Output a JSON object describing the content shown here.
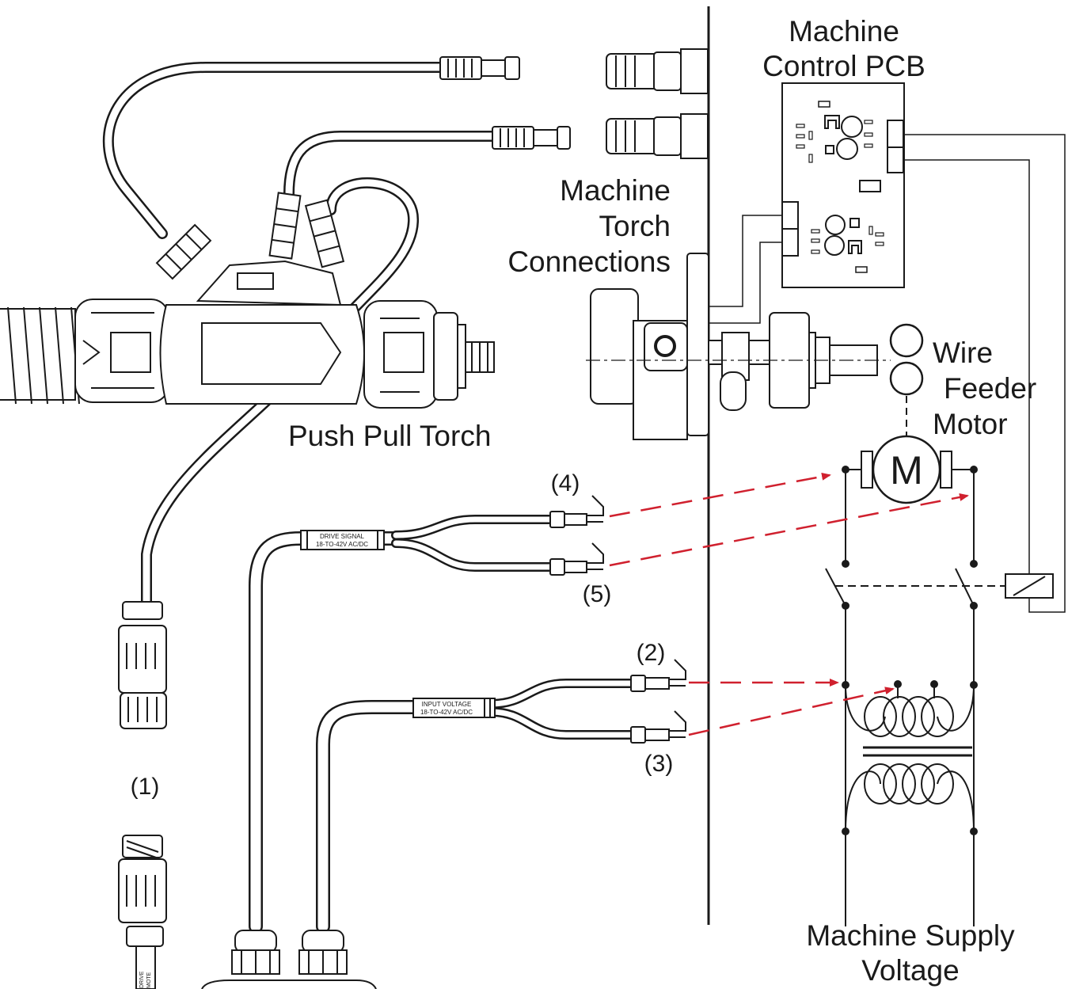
{
  "labels": {
    "pcb": [
      "Machine",
      "Control  PCB"
    ],
    "torch_connections": [
      "Machine",
      "Torch",
      "Connections"
    ],
    "push_pull_torch": "Push Pull Torch",
    "wire_feeder_motor": [
      "Wire",
      "Feeder",
      "Motor"
    ],
    "motor_symbol": "M",
    "machine_supply_voltage": [
      "Machine Supply",
      "Voltage"
    ]
  },
  "callouts": {
    "c1": "(1)",
    "c2": "(2)",
    "c3": "(3)",
    "c4": "(4)",
    "c5": "(5)"
  },
  "cable_sleeves": {
    "drive_signal": [
      "DRIVE SIGNAL",
      "18-TO-42V AC/DC"
    ],
    "input_voltage": [
      "INPUT VOLTAGE",
      "18-TO-42V AC/DC"
    ],
    "torch_cable": [
      "DRIVE",
      "MOTE"
    ]
  },
  "colors": {
    "line": "#1a1a1a",
    "arrow": "#d0202e",
    "background": "#ffffff"
  },
  "icons": [
    "motor-icon",
    "relay-coil-icon",
    "transformer-icon",
    "switch-icon",
    "connector-plug-icon"
  ]
}
